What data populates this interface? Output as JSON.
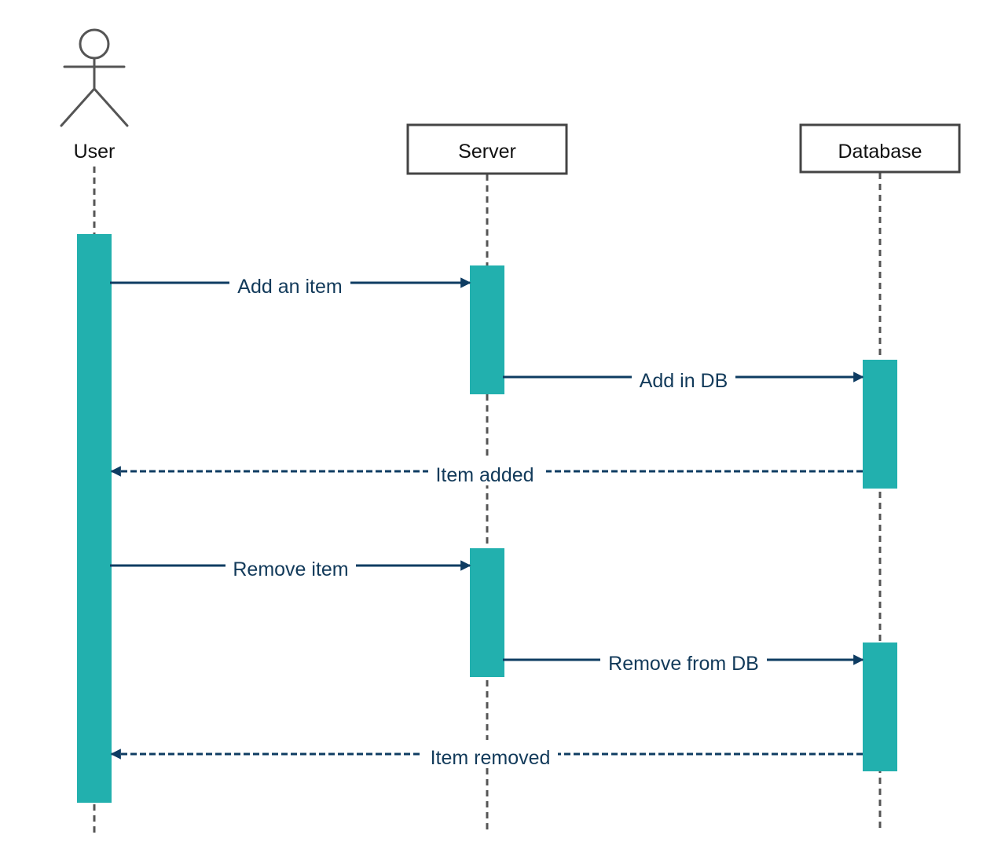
{
  "participants": {
    "user": "User",
    "server": "Server",
    "database": "Database"
  },
  "messages": [
    {
      "label": "Add an item",
      "from": "user",
      "to": "server",
      "type": "sync"
    },
    {
      "label": "Add in DB",
      "from": "server",
      "to": "database",
      "type": "sync"
    },
    {
      "label": "Item added",
      "from": "database",
      "to": "user",
      "type": "return"
    },
    {
      "label": "Remove item",
      "from": "user",
      "to": "server",
      "type": "sync"
    },
    {
      "label": "Remove from DB",
      "from": "server",
      "to": "database",
      "type": "sync"
    },
    {
      "label": "Item removed",
      "from": "database",
      "to": "user",
      "type": "return"
    }
  ],
  "colors": {
    "activation": "#22b0ae",
    "message": "#0e3c62",
    "lifeline": "#555555",
    "box_border": "#444444"
  }
}
